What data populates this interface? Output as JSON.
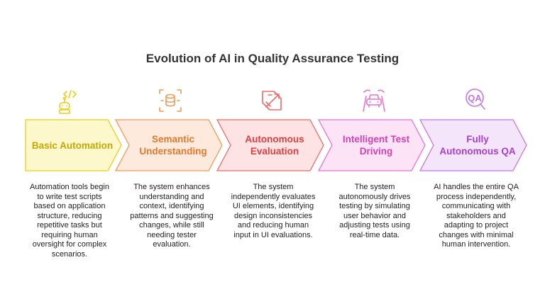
{
  "title": "Evolution of AI in Quality Assurance Testing",
  "stages": [
    {
      "label": "Basic Automation",
      "icon": "robot-code-icon",
      "fill": "#fdf7cc",
      "stroke": "#e9cf16",
      "text_color": "#c7a800",
      "description": "Automation tools begin to write test scripts based on application structure, reducing repetitive tasks but requiring human oversight for complex scenarios."
    },
    {
      "label": "Semantic Understanding",
      "icon": "database-scan-icon",
      "fill": "#fdeadd",
      "stroke": "#f19a55",
      "text_color": "#e5782c",
      "description": "The system enhances understanding and context, identifying patterns and suggesting changes, while still needing tester evaluation."
    },
    {
      "label": "Autonomous Evaluation",
      "icon": "design-tools-icon",
      "fill": "#fde3e3",
      "stroke": "#ec6b6b",
      "text_color": "#e03e3e",
      "description": "The system independently evaluates UI elements, identifying design inconsistencies and reducing human input in UI evaluations."
    },
    {
      "label": "Intelligent Test Driving",
      "icon": "self-driving-car-icon",
      "fill": "#fce4f6",
      "stroke": "#e872cf",
      "text_color": "#d440b4",
      "description": "The system autonomously drives testing by simulating user behavior and adjusting tests using real-time data."
    },
    {
      "label": "Fully Autonomous QA",
      "icon": "qa-magnifier-icon",
      "fill": "#f5e5fb",
      "stroke": "#c476e6",
      "text_color": "#a43fd0",
      "description": "AI handles the entire QA process independently, communicating with stakeholders and adapting to project changes with minimal human intervention."
    }
  ]
}
